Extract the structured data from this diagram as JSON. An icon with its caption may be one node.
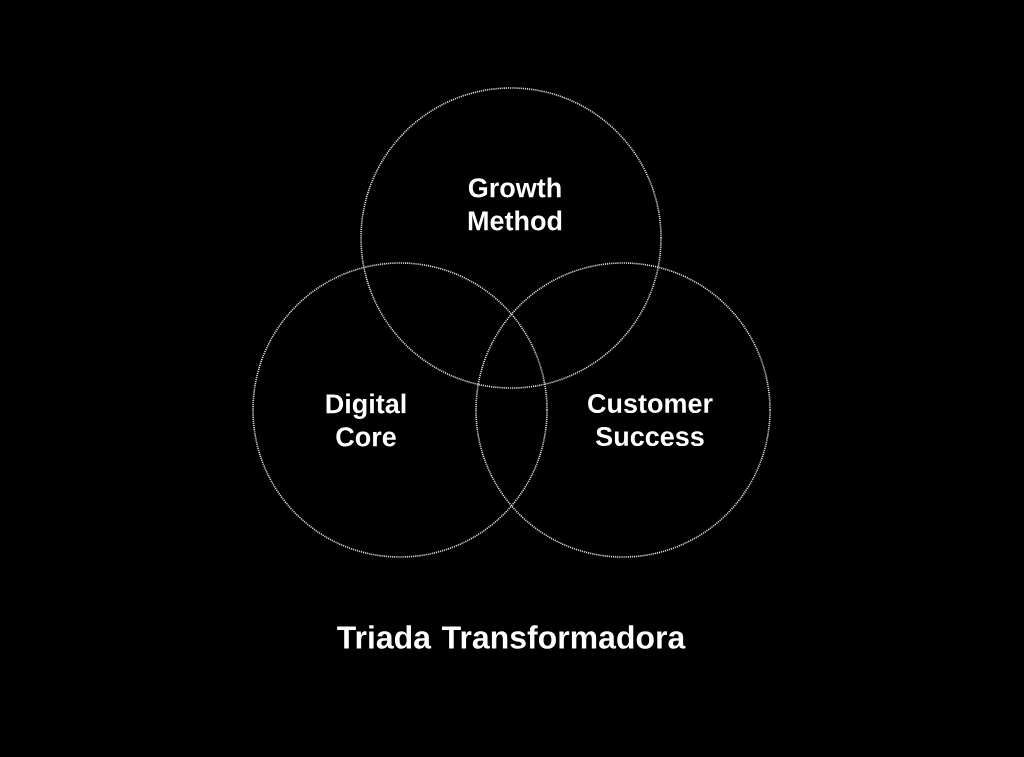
{
  "diagram": {
    "caption": "Triada Transformadora",
    "nodes": [
      {
        "text": [
          "Growth Method"
        ]
      },
      {
        "text": [
          "Digital Core"
        ]
      },
      {
        "text": [
          "Customer Success"
        ]
      }
    ]
  }
}
